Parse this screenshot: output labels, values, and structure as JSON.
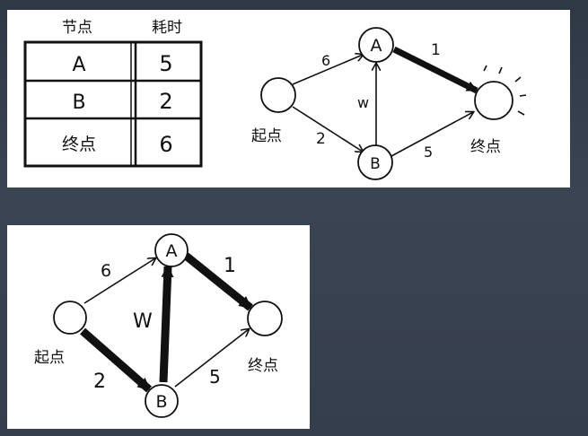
{
  "table": {
    "headers": [
      "节点",
      "耗时"
    ],
    "rows": [
      {
        "node": "A",
        "time": "5"
      },
      {
        "node": "B",
        "time": "2"
      },
      {
        "node": "终点",
        "time": "6"
      }
    ]
  },
  "graph_top": {
    "nodes": {
      "start": "起点",
      "a": "A",
      "b": "B",
      "end": "终点"
    },
    "edges": {
      "start_a": "6",
      "start_b": "2",
      "b_a": "w",
      "a_end": "1",
      "b_end": "5"
    }
  },
  "graph_bottom": {
    "nodes": {
      "start": "起点",
      "a": "A",
      "b": "B",
      "end": "终点"
    },
    "edges": {
      "start_a": "6",
      "start_b": "2",
      "b_a": "W",
      "a_end": "1",
      "b_end": "5"
    }
  }
}
